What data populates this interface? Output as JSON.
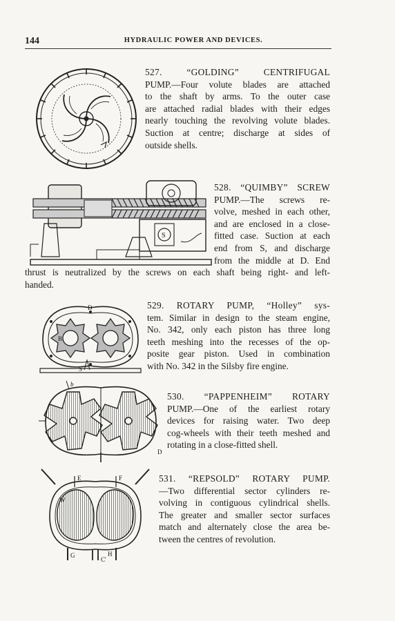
{
  "page": {
    "number": "144",
    "running_title": "HYDRAULIC POWER AND DEVICES."
  },
  "entries": [
    {
      "id": "527",
      "lines": [
        "527. “GOLDING” CENTRIFUGAL",
        "PUMP.—Four volute blades are attached",
        "to the shaft by arms. To the outer case",
        "are attached radial blades with their edges",
        "nearly touching the revolving volute blades.",
        "Suction at centre; discharge at sides of",
        "outside shells."
      ]
    },
    {
      "id": "528",
      "lines": [
        "528. “QUIMBY” SCREW",
        "PUMP.—The screws re-",
        "volve, meshed in each other,",
        "and are enclosed in a close-",
        "fitted case. Suction at each",
        "end from S, and discharge",
        "from the middle at D. End",
        "thrust is neutralized by the screws on each shaft being right- and left-",
        "handed."
      ],
      "figure_labels": [
        "S"
      ]
    },
    {
      "id": "529",
      "lines": [
        "529. ROTARY PUMP, “Holley” sys-",
        "tem. Similar in design to the steam engine,",
        "No. 342, only each piston has three long",
        "teeth meshing into the recesses of the op-",
        "posite gear piston. Used in combination",
        "with No. 342 in the Silsby fire engine."
      ],
      "figure_labels": [
        "B",
        "D",
        "S"
      ]
    },
    {
      "id": "530",
      "lines": [
        "530. “PAPPENHEIM” ROTARY",
        "PUMP.—One of the earliest rotary",
        "devices for raising water. Two deep",
        "cog-wheels with their teeth meshed and",
        "rotating in a close-fitted shell."
      ],
      "figure_labels": [
        "b",
        "D"
      ]
    },
    {
      "id": "531",
      "lines": [
        "531. “REPSOLD” ROTARY PUMP.",
        "—Two differential sector cylinders re-",
        "volving in contiguous cylindrical shells.",
        "The greater and smaller sector surfaces",
        "match and alternately close the area be-",
        "tween the centres of revolution."
      ],
      "figure_labels": [
        "E",
        "F",
        "W",
        "G",
        "H",
        "C'"
      ]
    }
  ]
}
